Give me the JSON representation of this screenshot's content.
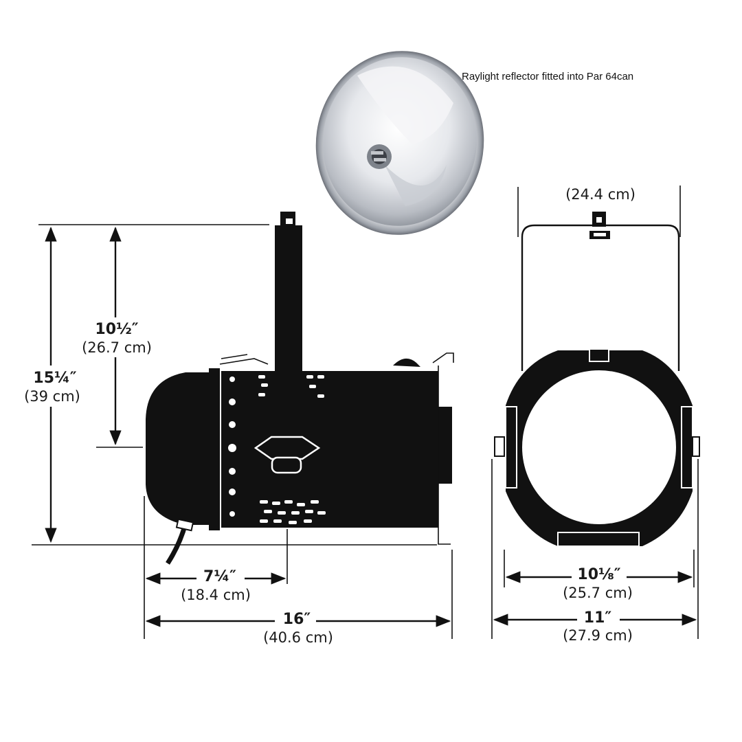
{
  "caption": "Raylight reflector fitted into Par 64can",
  "dimensions": {
    "overall_height": {
      "main": "15¼″",
      "sub": "(39 cm)"
    },
    "yoke_height": {
      "main": "10½″",
      "sub": "(26.7 cm)"
    },
    "yoke_offset": {
      "main": "7¼″",
      "sub": "(18.4 cm)"
    },
    "overall_length": {
      "main": "16″",
      "sub": "(40.6 cm)"
    },
    "yoke_width": {
      "sub": "(24.4 cm)"
    },
    "front_diameter": {
      "main": "10⅛″",
      "sub": "(25.7 cm)"
    },
    "overall_width": {
      "main": "11″",
      "sub": "(27.9 cm)"
    }
  },
  "colors": {
    "body": "#111111",
    "reflector_rim": "#c9ccd2",
    "reflector_inner": "#e9ebee"
  }
}
